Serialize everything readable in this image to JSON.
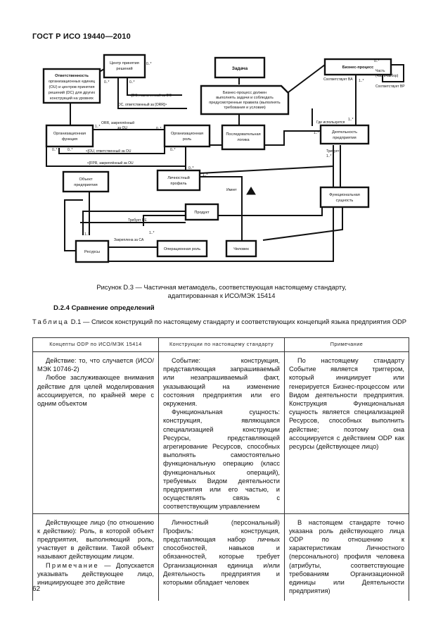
{
  "header": {
    "running_head": "ГОСТ Р ИСО 19440—2010"
  },
  "diagram": {
    "boxes": {
      "decision_center": [
        "Центр принятия",
        "решений"
      ],
      "responsible": [
        "Ответственность",
        "организационных единиц",
        "(OU) и центров принятия",
        "решений (DC) для других",
        "конструкций на уровнях"
      ],
      "goal": "Задача",
      "business_rule": [
        "Бизнес-процесс должен",
        "выполнять задачи и соблюдать",
        "предусмотренные правила (выполнять",
        "требования и условия)"
      ],
      "business_process": "Бизнес-процесс",
      "org_function": [
        "Организационная",
        "функция"
      ],
      "org_role": [
        "Организационная",
        "роль"
      ],
      "precedence": [
        "Последовательная",
        "логика"
      ],
      "enterprise_activity": [
        "Деятельность",
        "предприятия"
      ],
      "object_view": [
        "Объект",
        "предприятия"
      ],
      "personal_profile": [
        "Личностный",
        "профиль"
      ],
      "functional_entity": [
        "Функциональная",
        "сущность"
      ],
      "product": "Продукт",
      "resource": "Ресурсы",
      "operational_role": "Операционная роль",
      "person": "Человек"
    },
    "labels": {
      "m1": "0..*",
      "m2": "0..*",
      "m3": "0..*",
      "m4": "1..*",
      "m5": "0..*",
      "m6": "0..*",
      "m7": "0..*",
      "m8": "0..*",
      "m9": "1..*",
      "m10": "0..*",
      "m11": "1..*",
      "m12": "1..*",
      "m13": "1..*",
      "m14": "1..*",
      "m15": "1..*",
      "m16": "1..*",
      "m17": "0..*",
      "m18": "1..*",
      "dc_assigned": "<[DC, назначенный за DC",
      "dc_accountable": "DC, ответственный за [ORR]>",
      "orr_assigned": "ORR, закреплённый",
      "orr_for_ou": "за OU",
      "ou_responsible": "<[OU, ответственный за OU",
      "fpr_responsible": "<[FPR, закреплённый за OU",
      "conforms_bp": "Соответствует BA",
      "conforms_bp2": "Соответствует BP",
      "part_of": "Часть",
      "part_of2": "(часть-выбор)",
      "where_used": "Где используется",
      "requires": "Требует",
      "requires_re": "Требует RE",
      "holder": "Имеет",
      "filled_by": "Закреплена за CA"
    }
  },
  "figure_caption": {
    "line1": "Рисунок D.3 — Частичная метамодель, соответствующая настоящему стандарту,",
    "line2": "адаптированная к ИСО/МЭК 15414"
  },
  "section_title": "D.2.4 Сравнение определений",
  "table_caption": {
    "label": "Таблица",
    "text": " D.1 — Список конструкций по настоящему стандарту и соответствующих концепций языка предприятия ODP"
  },
  "table": {
    "headers": [
      "Концепты ODP по ИСО/МЭК 15414",
      "Конструкции по настоящему стандарту",
      "Примечание"
    ],
    "rows": [
      {
        "col1": [
          "Действие: то, что случается (ИСО/МЭК 10746-2)",
          "Любое заслуживающее внимания действие для целей моделирования ассоциируется, по крайней мере с одним объектом"
        ],
        "col2": [
          "Событие: конструкция, представляющая запрашиваемый или незапрашиваемый факт, указывающий на изменение состояния предприятия или его окружения.",
          "Функциональная сущность: конструкция, являющаяся специализацией конструкции Ресурсы, представляющей агрегирование Ресурсов, способных выполнять самостоятельно функциональную операцию (класс функциональных операций), требуемых Видом деятельности предприятия или его частью, и осуществлять связь с соответствующим управлением"
        ],
        "col3": [
          "По настоящему стандарту Событие является триггером, который инициирует или генерируется Бизнес-процессом или Видом деятельности предприятия. Конструкция Функциональная сущность является специализацией Ресурсов, способных выполнить действие; поэтому она ассоциируется с действием ODP как ресурсы (действующее лицо)"
        ]
      },
      {
        "col1": [
          "Действующее лицо (по отношению к действию): Роль, в которой объект предприятия, выполняющий роль, участвует в действии. Такой объект называют действующим лицом."
        ],
        "note_label": "Примечание",
        "note_text": " — Допускается указывать действующее лицо, инициирующее это действие",
        "col2": [
          "Личностный (персональный) Профиль: конструкция, представляющая набор личных способностей, навыков и обязанностей, которые требует Организационная единица и/или Деятельность предприятия и которыми обладает человек"
        ],
        "col3": [
          "В настоящем стандарте точно указана роль действующего лица ODP по отношению к характеристикам Личностного (персонального) профиля человека (атрибуты, соответствующие требованиям Организационной единицы или Деятельности предприятия)"
        ]
      }
    ]
  },
  "page_number": "62"
}
